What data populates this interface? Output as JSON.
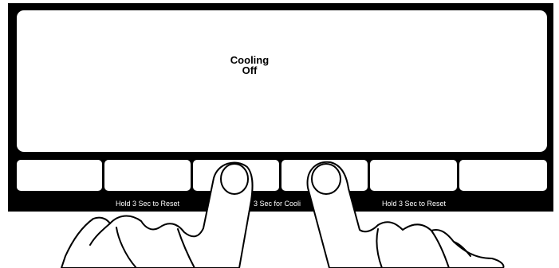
{
  "display": {
    "status_line1": "Cooling",
    "status_line2": "Off"
  },
  "buttons": [
    {
      "id": 1
    },
    {
      "id": 2
    },
    {
      "id": 3
    },
    {
      "id": 4
    },
    {
      "id": 5
    },
    {
      "id": 6
    }
  ],
  "labels": {
    "reset_left": "Hold 3 Sec to Reset",
    "cooling_partial": "3 Sec for Cooli",
    "reset_right": "Hold 3 Sec to Reset"
  },
  "colors": {
    "panel": "#000000",
    "screen": "#ffffff",
    "label_text": "#ffffff"
  }
}
